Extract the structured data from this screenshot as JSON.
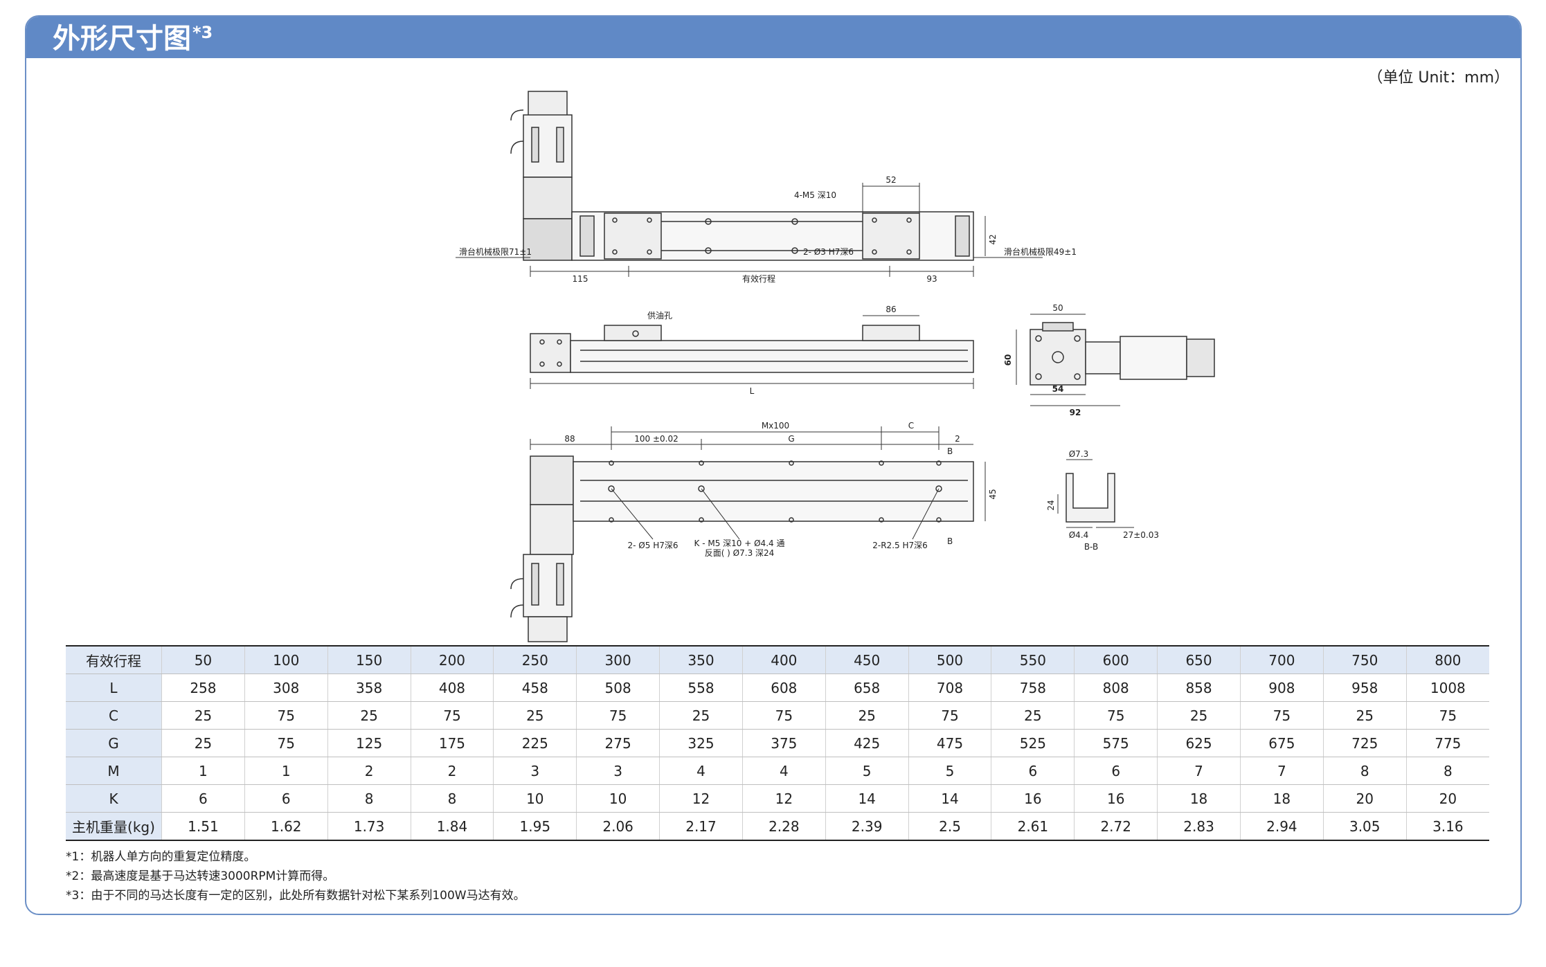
{
  "header": {
    "title": "外形尺寸图",
    "title_sup": "*3"
  },
  "unit_label": "（单位 Unit：mm）",
  "drawing": {
    "labels": {
      "m5_depth": "4-M5 深10",
      "dim_52": "52",
      "dim_42": "42",
      "limit_left": "滑台机械极限71±1",
      "limit_right": "滑台机械极限49±1",
      "pin_h7": "2- Ø3 H7深6",
      "dim_115": "115",
      "stroke": "有效行程",
      "dim_93": "93",
      "oil_hole": "供油孔",
      "dim_86": "86",
      "dim_L": "L",
      "dim_50": "50",
      "dim_60": "60",
      "dim_54": "54",
      "dim_92": "92",
      "dim_mx100": "Mx100",
      "dim_C": "C",
      "dim_88": "88",
      "dim_100": "100 ±0.02",
      "dim_G": "G",
      "dim_2": "2",
      "dim_B_top": "B",
      "dim_45": "45",
      "pin_h7_5": "2- Ø5 H7深6",
      "k_m5": "K - M5 深10 + Ø4.4 通",
      "k_back": "反面( ) Ø7.3 深24",
      "r25": "2-R2.5 H7深6",
      "dim_B_bot": "B",
      "dia_73": "Ø7.3",
      "dim_24": "24",
      "dia_44": "Ø4.4",
      "dim_27": "27±0.03",
      "section_bb": "B-B"
    }
  },
  "table": {
    "header_label": "有效行程",
    "strokes": [
      "50",
      "100",
      "150",
      "200",
      "250",
      "300",
      "350",
      "400",
      "450",
      "500",
      "550",
      "600",
      "650",
      "700",
      "750",
      "800"
    ],
    "rows": [
      {
        "label": "L",
        "values": [
          "258",
          "308",
          "358",
          "408",
          "458",
          "508",
          "558",
          "608",
          "658",
          "708",
          "758",
          "808",
          "858",
          "908",
          "958",
          "1008"
        ]
      },
      {
        "label": "C",
        "values": [
          "25",
          "75",
          "25",
          "75",
          "25",
          "75",
          "25",
          "75",
          "25",
          "75",
          "25",
          "75",
          "25",
          "75",
          "25",
          "75"
        ]
      },
      {
        "label": "G",
        "values": [
          "25",
          "75",
          "125",
          "175",
          "225",
          "275",
          "325",
          "375",
          "425",
          "475",
          "525",
          "575",
          "625",
          "675",
          "725",
          "775"
        ]
      },
      {
        "label": "M",
        "values": [
          "1",
          "1",
          "2",
          "2",
          "3",
          "3",
          "4",
          "4",
          "5",
          "5",
          "6",
          "6",
          "7",
          "7",
          "8",
          "8"
        ]
      },
      {
        "label": "K",
        "values": [
          "6",
          "6",
          "8",
          "8",
          "10",
          "10",
          "12",
          "12",
          "14",
          "14",
          "16",
          "16",
          "18",
          "18",
          "20",
          "20"
        ]
      },
      {
        "label": "主机重量(kg)",
        "values": [
          "1.51",
          "1.62",
          "1.73",
          "1.84",
          "1.95",
          "2.06",
          "2.17",
          "2.28",
          "2.39",
          "2.5",
          "2.61",
          "2.72",
          "2.83",
          "2.94",
          "3.05",
          "3.16"
        ]
      }
    ]
  },
  "notes": [
    "*1：机器人单方向的重复定位精度。",
    "*2：最高速度是基于马达转速3000RPM计算而得。",
    "*3：由于不同的马达长度有一定的区别，此处所有数据针对松下某系列100W马达有效。"
  ]
}
